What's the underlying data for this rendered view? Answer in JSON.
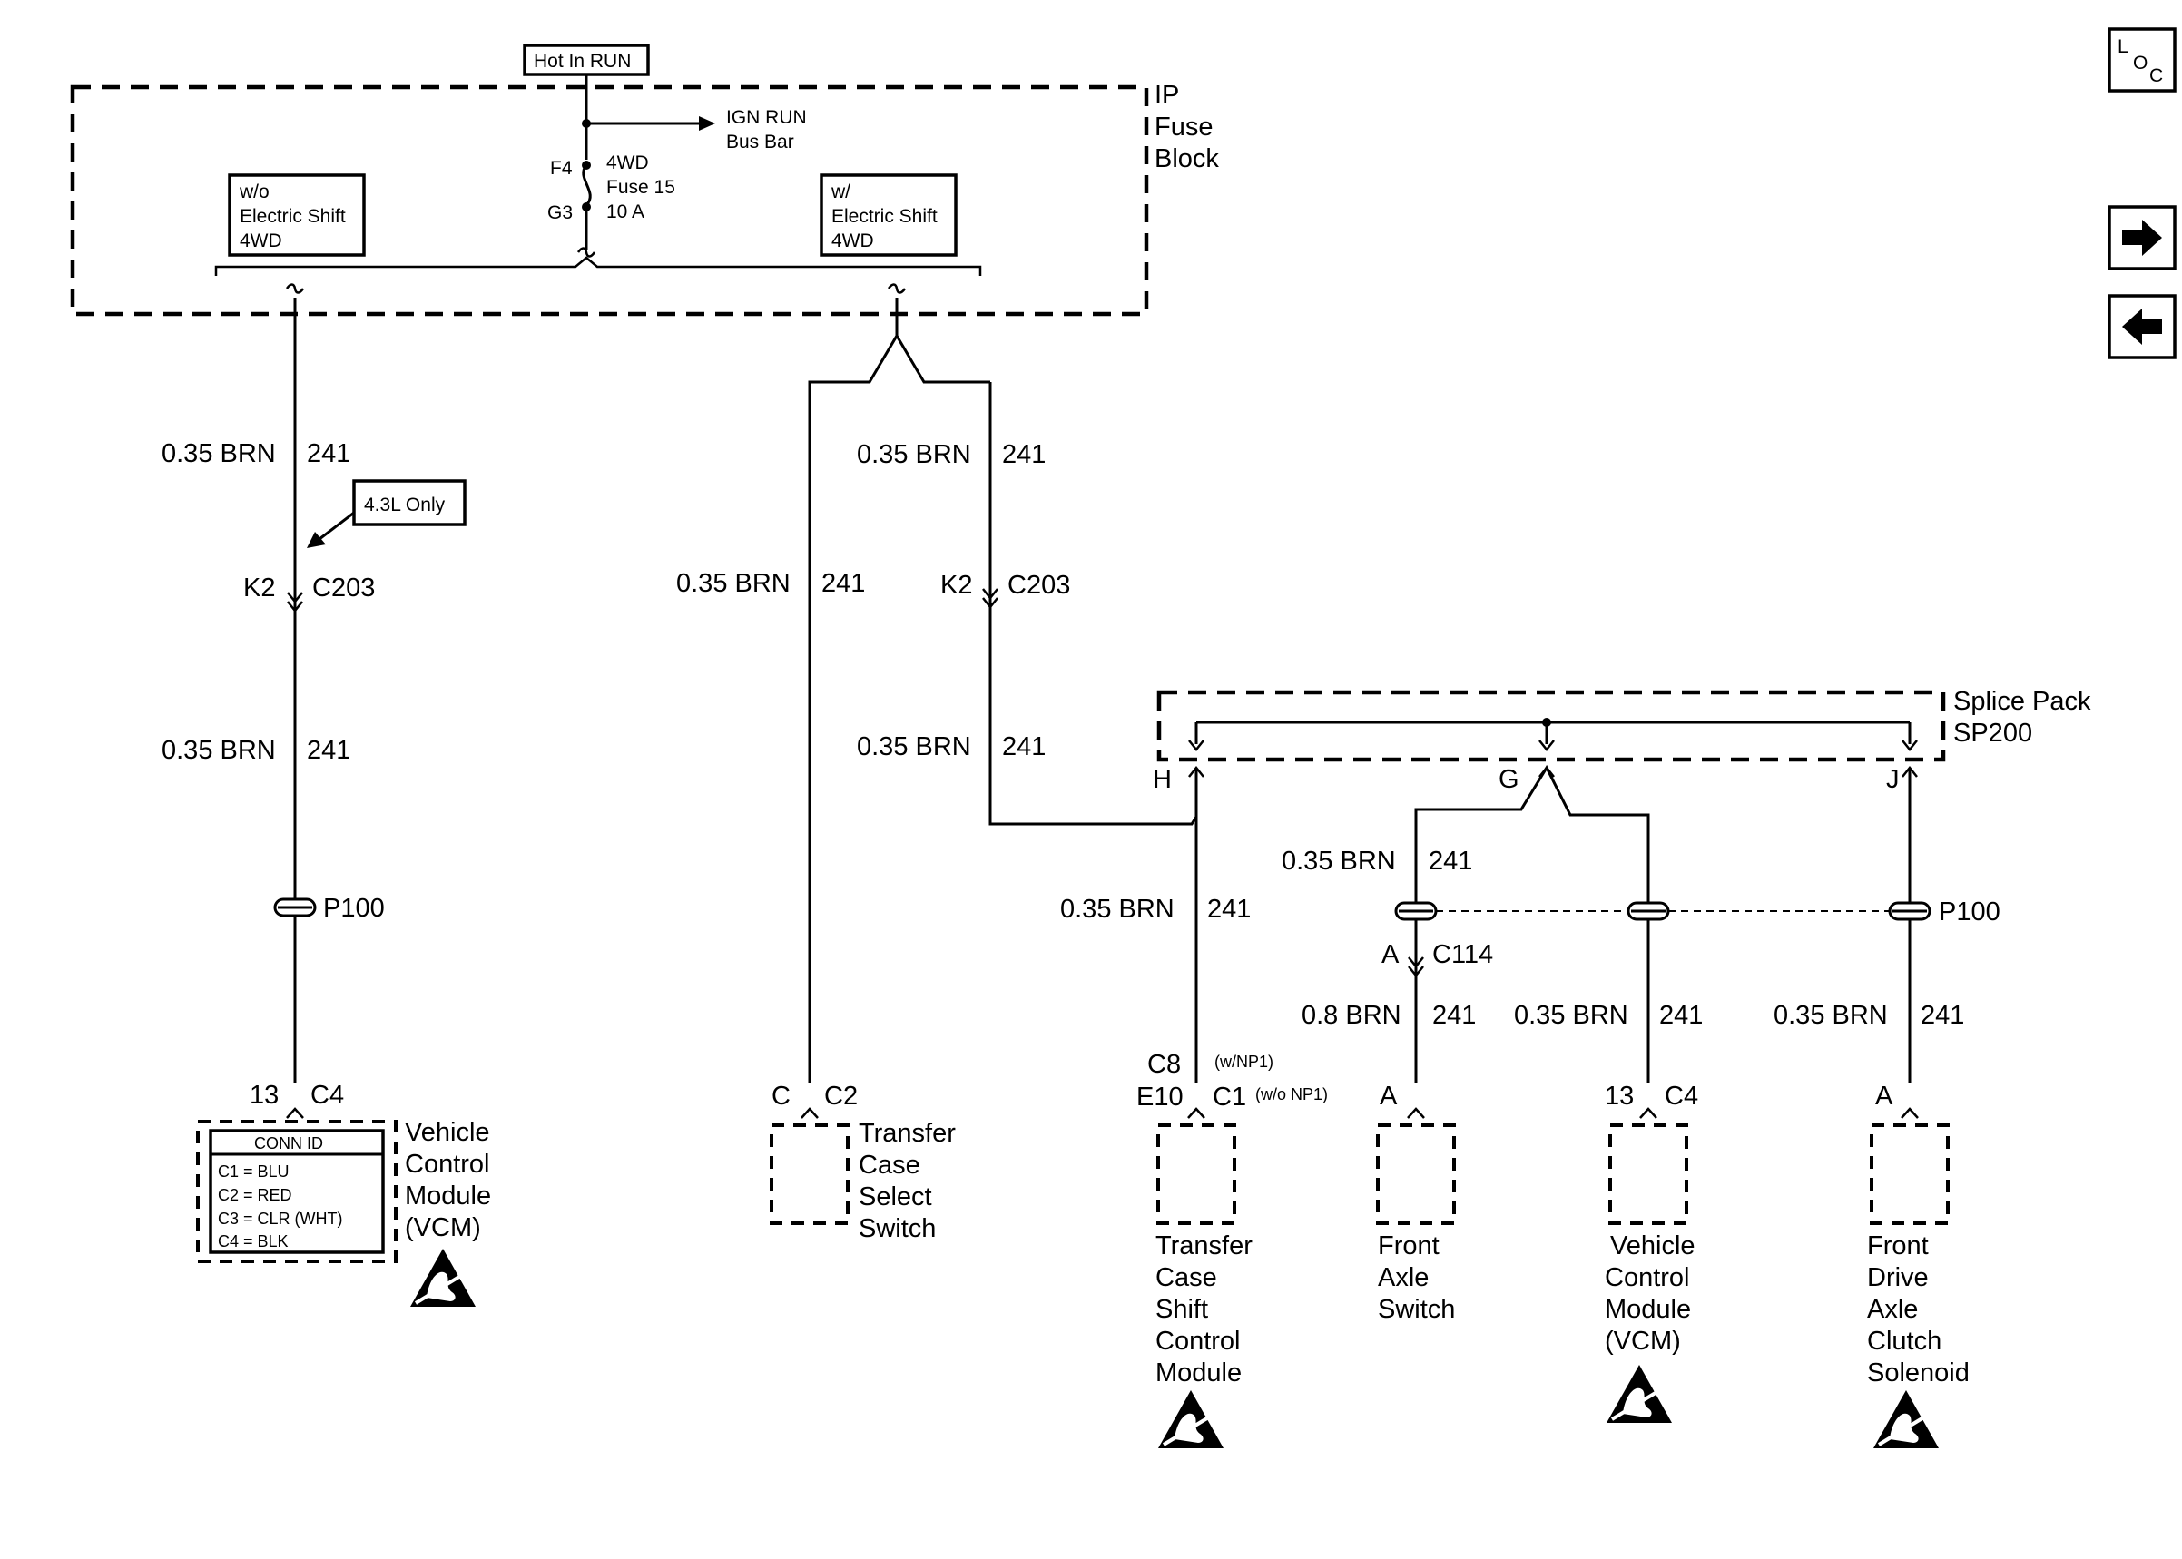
{
  "nav": {
    "loc_l": "L",
    "loc_o": "O",
    "loc_c": "C"
  },
  "top": {
    "hot_in_run": "Hot In RUN",
    "ign_run_1": "IGN RUN",
    "ign_run_2": "Bus Bar",
    "fuse_f4": "F4",
    "fuse_g3": "G3",
    "fuse_l1": "4WD",
    "fuse_l2": "Fuse 15",
    "fuse_l3": "10 A",
    "ip_1": "IP",
    "ip_2": "Fuse",
    "ip_3": "Block",
    "wo_1": "w/o",
    "wo_2": "Electric Shift",
    "wo_3": "4WD",
    "w_1": "w/",
    "w_2": "Electric Shift",
    "w_3": "4WD"
  },
  "wires": {
    "brn035": "0.35 BRN",
    "brn08": "0.8 BRN",
    "circuit": "241",
    "k2": "K2",
    "c203": "C203",
    "only43": "4.3L Only",
    "p100": "P100",
    "sp_1": "Splice Pack",
    "sp_2": "SP200",
    "h": "H",
    "g": "G",
    "j": "J",
    "a": "A",
    "c114": "C114"
  },
  "components": {
    "vcm_left": {
      "pin": "13",
      "conn": "C4",
      "l1": "Vehicle",
      "l2": "Control",
      "l3": "Module",
      "l4": "(VCM)",
      "conn_id": "CONN ID",
      "c1": "C1 = BLU",
      "c2": "C2 = RED",
      "c3": "C3 = CLR (WHT)",
      "c4": "C4 = BLK"
    },
    "tcss": {
      "pin": "C",
      "conn": "C2",
      "l1": "Transfer",
      "l2": "Case",
      "l3": "Select",
      "l4": "Switch"
    },
    "tcscm": {
      "pin1": "C8",
      "pin1_note": "(w/NP1)",
      "pin2": "E10",
      "conn2": "C1",
      "pin2_note": "(w/o NP1)",
      "l1": "Transfer",
      "l2": "Case",
      "l3": "Shift",
      "l4": "Control",
      "l5": "Module"
    },
    "fas": {
      "pin": "A",
      "l1": "Front",
      "l2": "Axle",
      "l3": "Switch"
    },
    "vcm_right": {
      "pin": "13",
      "conn": "C4",
      "l1": "Vehicle",
      "l2": "Control",
      "l3": "Module",
      "l4": "(VCM)"
    },
    "fdacs": {
      "pin": "A",
      "l1": "Front",
      "l2": "Drive",
      "l3": "Axle",
      "l4": "Clutch",
      "l5": "Solenoid"
    }
  },
  "icons": {
    "esd": "esd-sensitive-icon",
    "next": "arrow-right-icon",
    "prev": "arrow-left-icon",
    "loc": "location-icon"
  }
}
